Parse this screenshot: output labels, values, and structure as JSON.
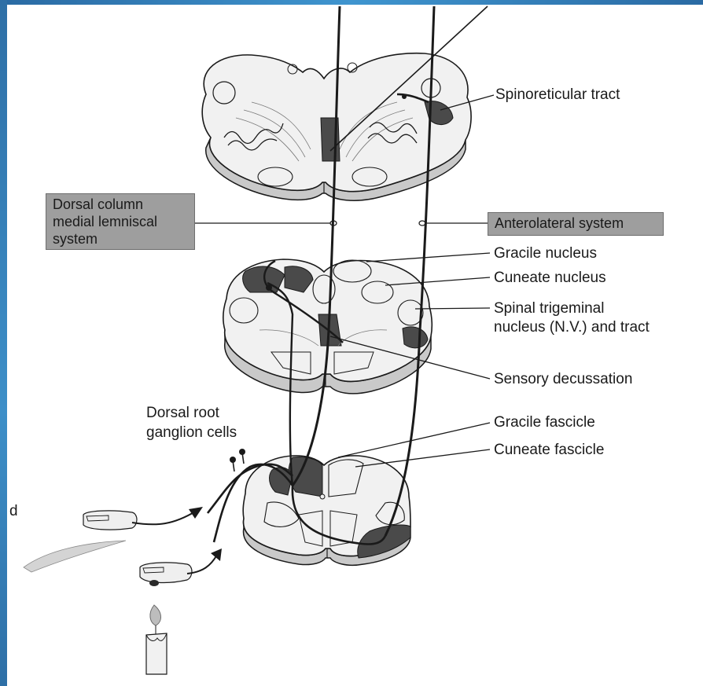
{
  "labels": {
    "spinoreticular": "Spinoreticular tract",
    "dorsal_column_1": "Dorsal column",
    "dorsal_column_2": "medial lemniscal",
    "dorsal_column_3": "system",
    "anterolateral": "Anterolateral system",
    "gracile_nucleus": "Gracile nucleus",
    "cuneate_nucleus": "Cuneate nucleus",
    "trigeminal_1": "Spinal trigeminal",
    "trigeminal_2": "nucleus (N.V.) and tract",
    "sensory_decussation": "Sensory decussation",
    "drg_1": "Dorsal root",
    "drg_2": "ganglion cells",
    "gracile_fascicle": "Gracile fascicle",
    "cuneate_fascicle": "Cuneate fascicle",
    "stray_char": "d"
  },
  "colors": {
    "ink": "#1a1a1a",
    "dark_region": "#4a4a4a",
    "section_fill": "#f1f1f1",
    "section_rim": "#c9c9c9",
    "label_box": "#9e9e9e",
    "frame": "#2f73aa"
  }
}
